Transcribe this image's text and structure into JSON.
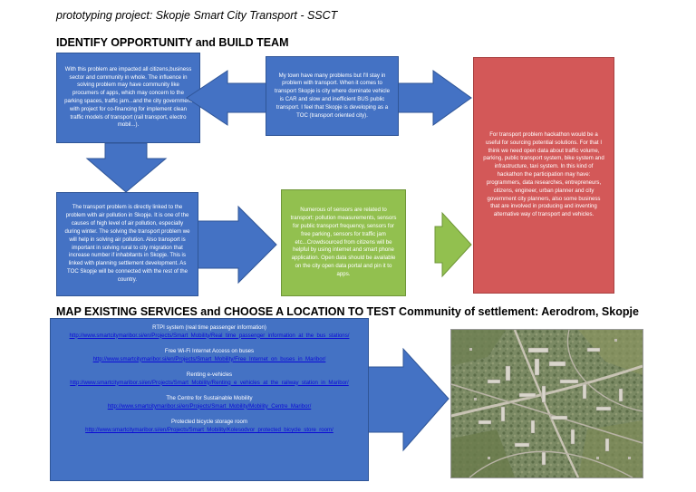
{
  "header": {
    "title": "prototyping project: Skopje Smart City Transport - SSCT",
    "section1": "IDENTIFY OPPORTUNITY and BUILD TEAM",
    "section2": "MAP EXISTING SERVICES and CHOOSE A LOCATION TO TEST Community of settlement: Aerodrom, Skopje"
  },
  "boxes": {
    "impact": "With this problem are impacted all citizens,business sector and community in whole. The influence in solving problem may have community like procumers of apps, which may concern to the parking spaces, traffic jam...and the city government with project for co-financing for implement clean traffic models of transport (rail transport, electro mobil...).",
    "town": "My town have many problems but I'll stay in problem with transport. When it comes to transport Skopje is city where dominate vehicle is CAR and slow and inefficient BUS public transport. I feel that Skopje is developing as a TOC (transport oriented city).",
    "hackathon": "For transport problem hackathon would be a useful for sourcing potential solutions. For that I think we need open data about traffic volume, parking, public transport system, bike system and infrastructure, taxi system. In this kind of hackathon the participation may have: programmers, data researches, entrepreneurs, citizens, engineer, urban planner and city government city planners, also some business that are involved in producing and inventing alternative way of transport and vehicles.",
    "pollution": "The transport problem is directly linked to the problem with air pollution in Skopje. It is one of the causes of high level of air pollution, especially during winter. The solving the transport problem we will help in solving air pollution. Also transport is important in solving rural to city migration that increase number if inhabitants in Skopje. This is linked with planning settlement development. As TOC Skopje will be connected with the rest of the country.",
    "sensors": "Numerous of sensors are related to transport: pollution measurements, sensors for public transport frequency, sensors for free parking, sensors for traffic jam etc...Crowdsourced from citizens will be helpful by using internet and smart phone application. Open data should be available on the city open data portal and pin it to apps."
  },
  "services": [
    {
      "title": "RTPI system (real time passenger information)",
      "link": "http://www.smartcitymaribor.si/en/Projects/Smart_Mobility/Real_time_passenger_information_at_the_bus_stations/"
    },
    {
      "title": "Free Wi-Fi Internet Access on buses",
      "link": "http://www.smartcitymaribor.si/en/Projects/Smart_Mobility/Free_Internet_on_buses_in_Maribor/"
    },
    {
      "title": "Renting e-vehicles",
      "link": "http://www.smartcitymaribor.si/en/Projects/Smart_Mobility/Renting_e_vehicles_at_the_railway_station_in_Maribor/"
    },
    {
      "title": "The Centre for Sustainable Mobility",
      "link": "http://www.smartcitymaribor.si/en/Projects/Smart_Mobility/Mobility_Centre_Maribor/"
    },
    {
      "title": "Protected bicycle storage room",
      "link": "http://www.smartcitymaribor.si/en/Projects/Smart_Mobility/Kolesodvor_protected_bicycle_store_room/"
    }
  ],
  "colors": {
    "blue": "#4472c4",
    "green": "#92c04f",
    "red": "#d35858",
    "link": "#0b0bd6"
  }
}
